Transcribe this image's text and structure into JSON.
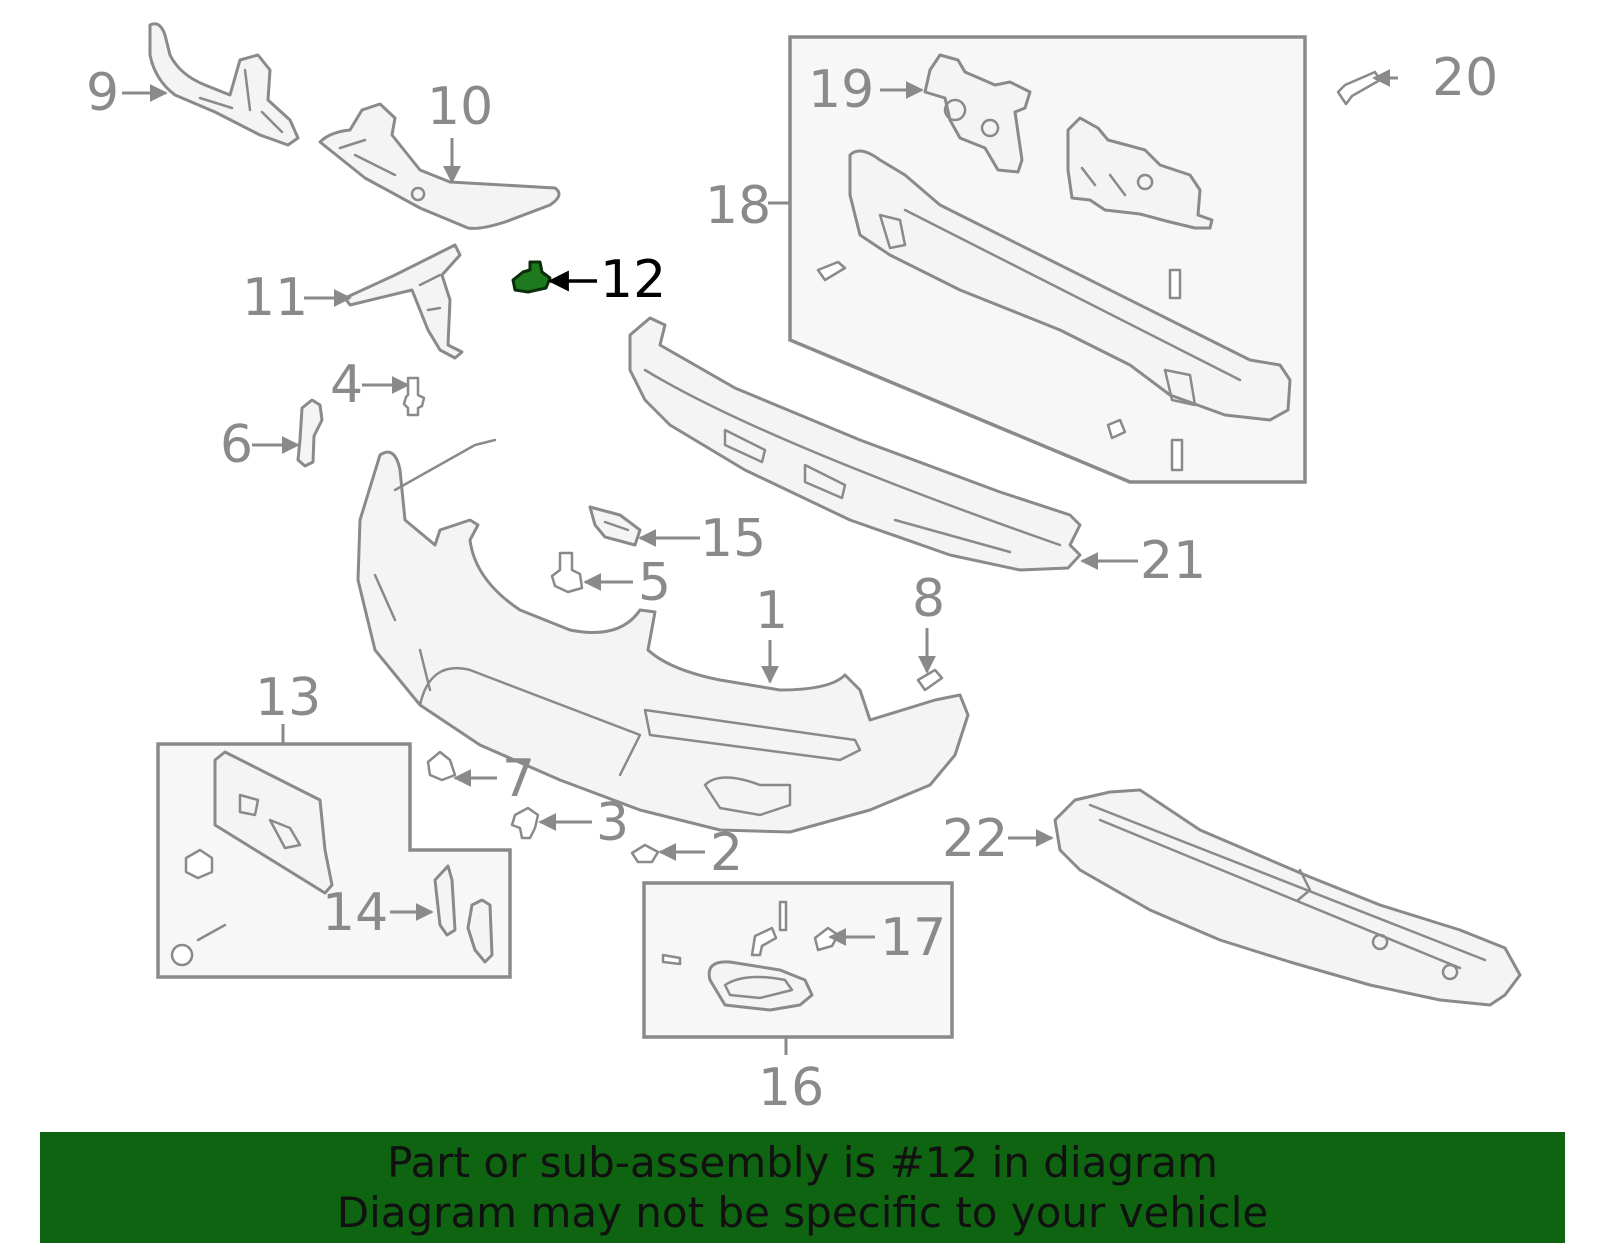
{
  "diagram": {
    "highlighted_part": "12",
    "highlight_color": "#1e7a1e",
    "banner_color": "#0e6410",
    "callouts": {
      "c1": "1",
      "c2": "2",
      "c3": "3",
      "c4": "4",
      "c5": "5",
      "c6": "6",
      "c7": "7",
      "c8": "8",
      "c9": "9",
      "c10": "10",
      "c11": "11",
      "c12": "12",
      "c13": "13",
      "c14": "14",
      "c15": "15",
      "c16": "16",
      "c17": "17",
      "c18": "18",
      "c19": "19",
      "c20": "20",
      "c21": "21",
      "c22": "22"
    }
  },
  "banner": {
    "line1": "Part or sub-assembly is #12 in diagram",
    "line2": "Diagram may not be specific to your vehicle"
  }
}
